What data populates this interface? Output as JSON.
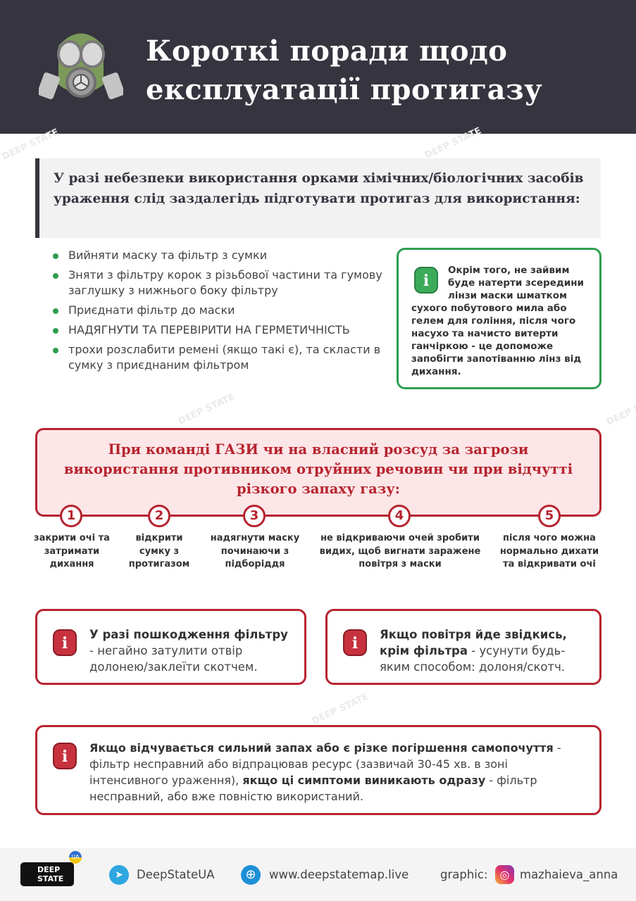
{
  "header": {
    "title_line1": "Короткі поради щодо",
    "title_line2": "експлуатації протигазу"
  },
  "intro": "У разі небезпеки використання орками хімічних/біологічних засобів ураження слід заздалегідь підготувати протигаз для використання:",
  "bullets": [
    "Вийняти маску та фільтр з сумки",
    "Зняти з фільтру корок з різьбової частини та гумову заглушку з нижнього боку фільтру",
    "Приєднати фільтр до маски",
    "НАДЯГНУТИ ТА ПЕРЕВІРИТИ НА ГЕРМЕТИЧНІСТЬ",
    "трохи розслабити ремені (якщо такі є), та скласти в сумку з приєднаним фільтром"
  ],
  "tip_green": "Окрім того, не зайвим буде натерти зсередини лінзи маски шматком сухого побутового мила або гелем для гоління, після чого насухо та начисто витерти ганчіркою - це допоможе запобігти запотіванню лінз від дихання.",
  "command_box": "При команді ГАЗИ чи на власний розсуд за загрози використання противником отруйних речовин чи при відчутті різкого запаху газу:",
  "steps": [
    {
      "num": "1",
      "text": "закрити очі та затримати дихання"
    },
    {
      "num": "2",
      "text": "відкрити сумку з протигазом"
    },
    {
      "num": "3",
      "text": "надягнути маску починаючи з підборіддя"
    },
    {
      "num": "4",
      "text": "не відкриваючи очей зробити видих, щоб вигнати заражене повітря з маски"
    },
    {
      "num": "5",
      "text": "після чого можна нормально дихати та відкривати очі"
    }
  ],
  "tip_filter": {
    "bold": "У разі пошкодження фільтру",
    "rest": " - негайно затулити отвір долонею/заклеїти скотчем."
  },
  "tip_air": {
    "bold": "Якщо повітря йде звідкись, крім фільтра",
    "rest": " - усунути будь-яким способом: долоня/скотч."
  },
  "tip_smell": {
    "bold1": "Якщо відчувається сильний запах або є різке погіршення самопочуття",
    "rest1": " - фільтр несправний або відпрацював ресурс (зазвичай 30-45 хв. в зоні інтенсивного ураження), ",
    "bold2": "якщо ці симптоми виникають одразу",
    "rest2": " - фільтр несправний, або вже повністю використаний."
  },
  "info_icon_glyph": "i",
  "footer": {
    "logo_text": "DEEP STATE",
    "logo_badge": "UA",
    "telegram": "DeepStateUA",
    "website": "www.deepstatemap.live",
    "graphic_label": "graphic:",
    "instagram": "mazhaieva_anna"
  },
  "watermark": "DEEP STATE",
  "colors": {
    "header": "#35343f",
    "red": "#b7232f",
    "green": "#2e9e4f",
    "pink": "#fde6e7"
  }
}
